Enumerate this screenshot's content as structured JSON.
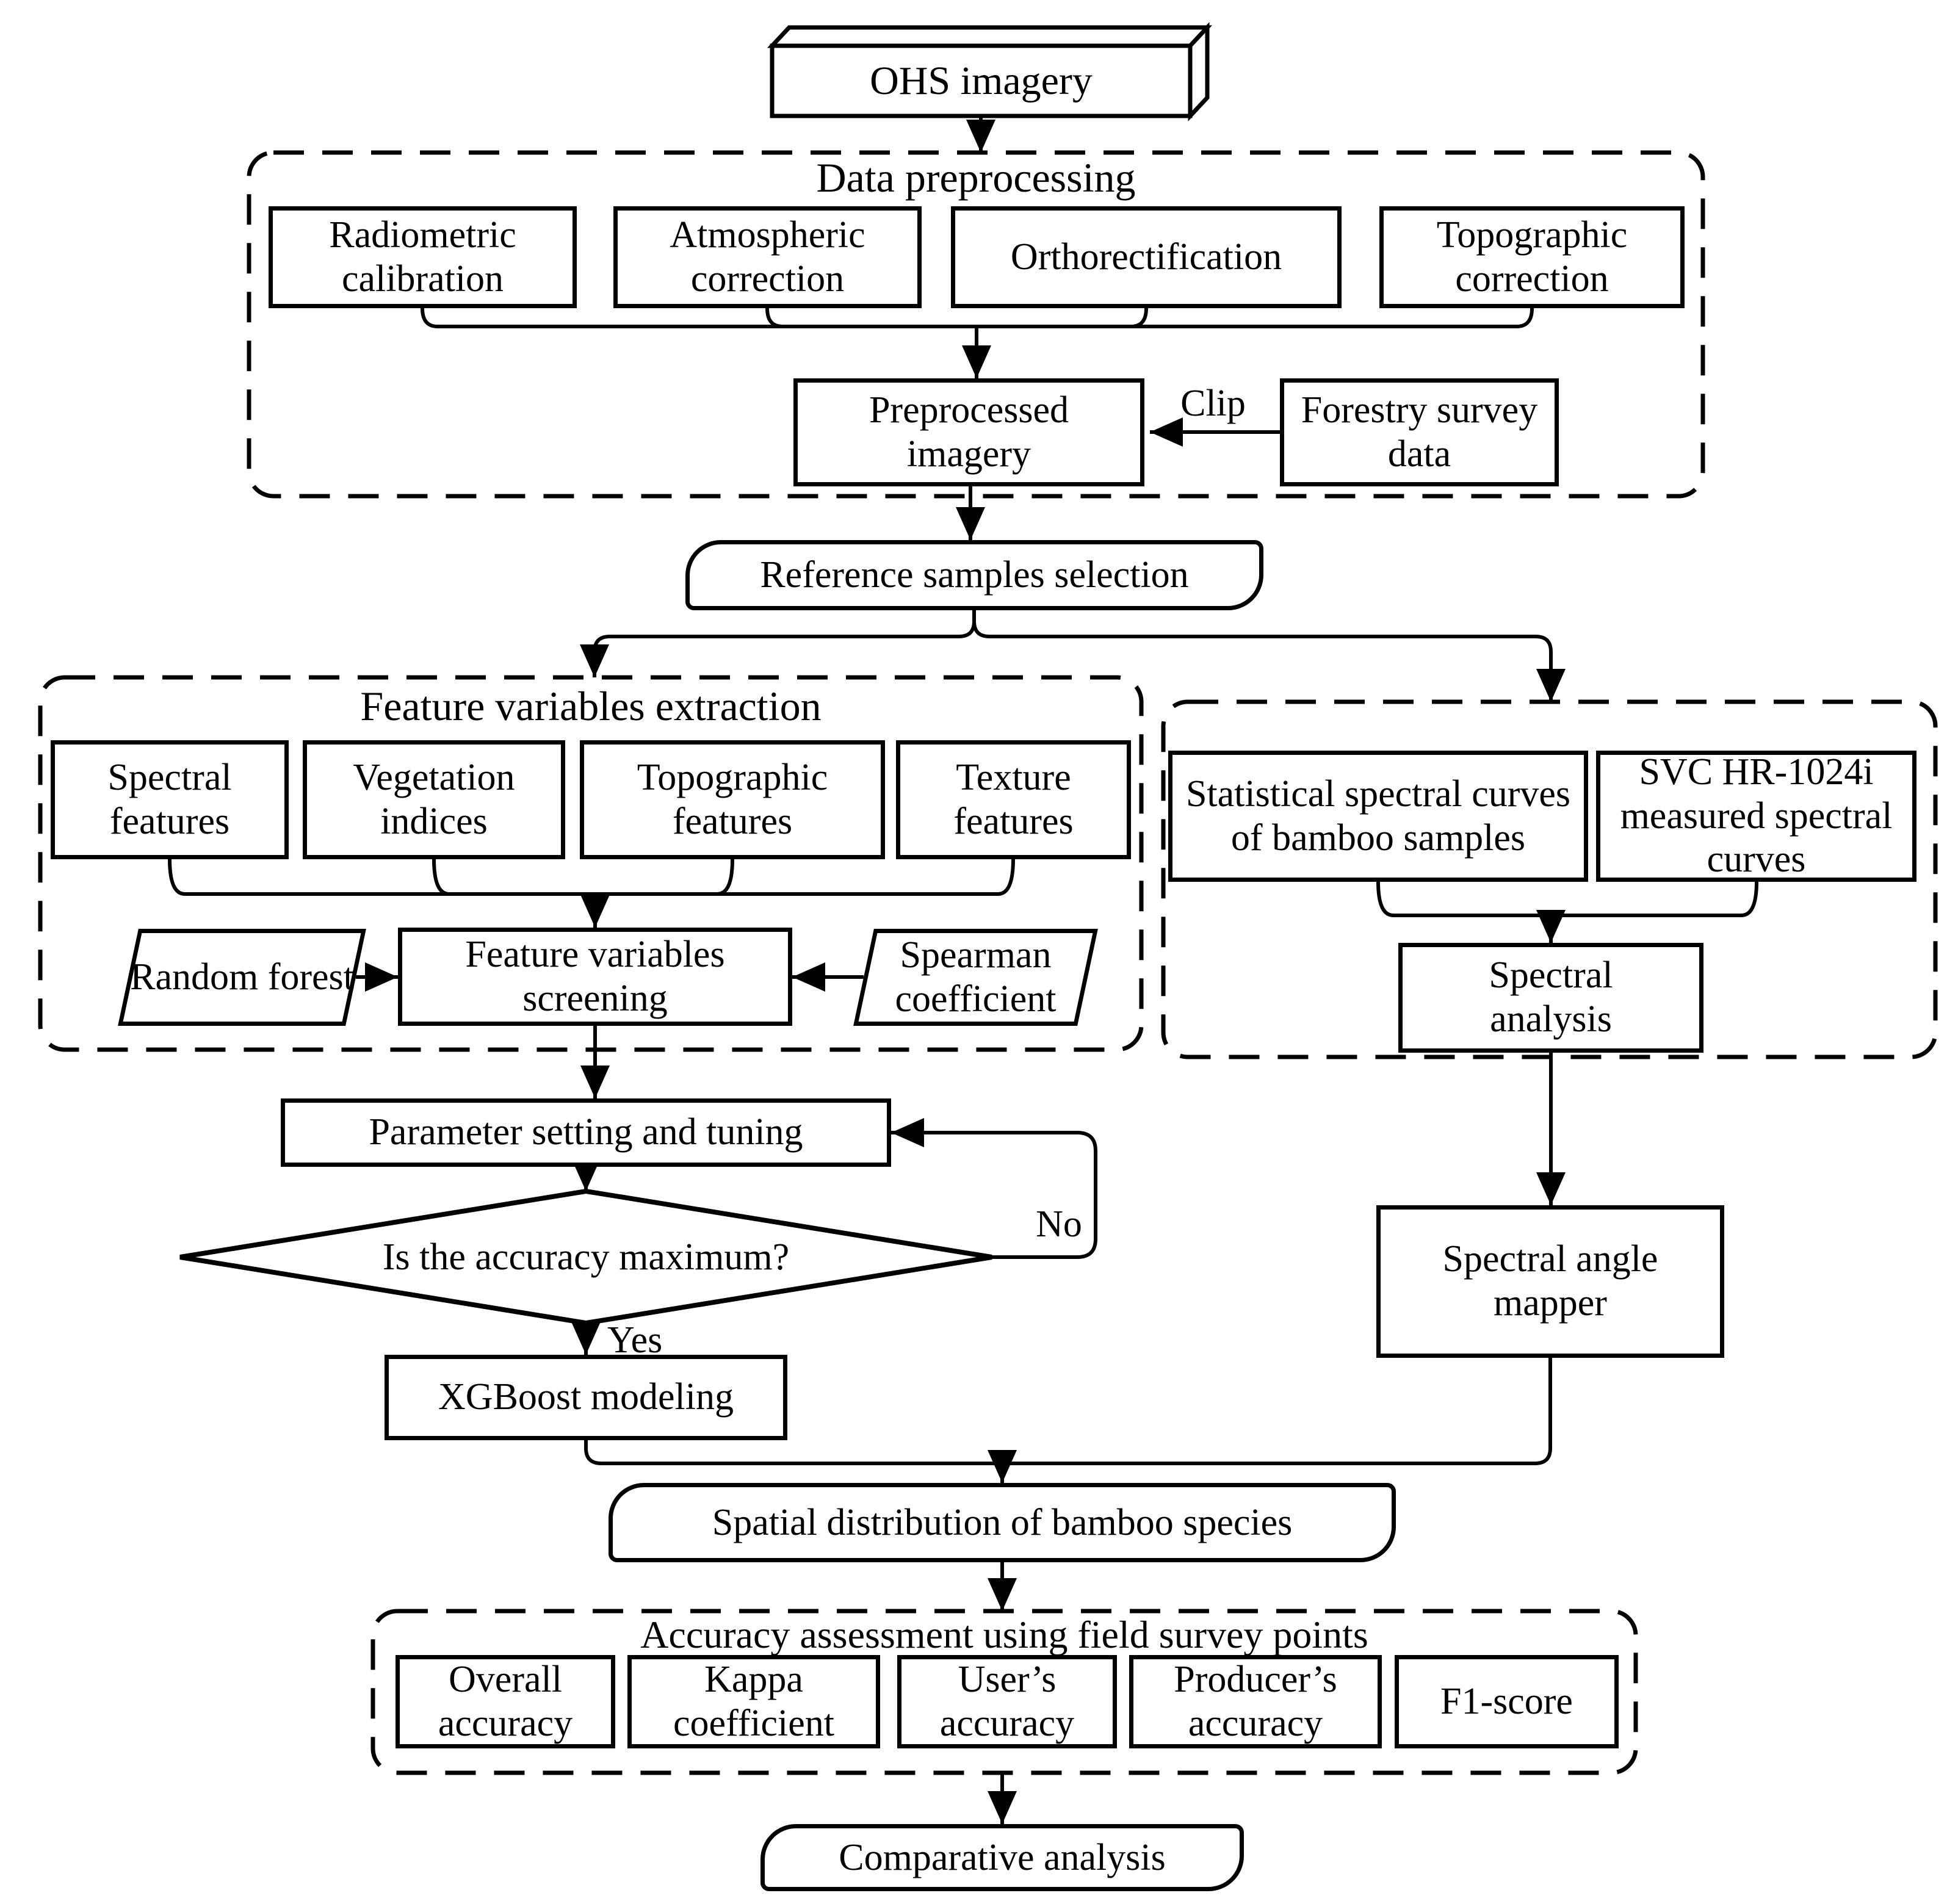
{
  "nodes": {
    "ohs_imagery": "OHS imagery",
    "data_preprocessing": "Data preprocessing",
    "radiometric_calibration": "Radiometric calibration",
    "atmospheric_correction": "Atmospheric correction",
    "orthorectification": "Orthorectification",
    "topographic_correction": "Topographic correction",
    "preprocessed_imagery": "Preprocessed imagery",
    "forestry_survey_data": "Forestry survey data",
    "reference_samples_selection": "Reference samples selection",
    "feature_variables_extraction": "Feature variables extraction",
    "spectral_features": "Spectral features",
    "vegetation_indices": "Vegetation indices",
    "topographic_features": "Topographic features",
    "texture_features": "Texture features",
    "random_forest": "Random forest",
    "feature_variables_screening": "Feature variables screening",
    "spearman_coefficient": "Spearman coefficient",
    "statistical_spectral_curves": "Statistical spectral curves of bamboo samples",
    "svc_measured_curves": "SVC HR-1024i measured spectral curves",
    "spectral_analysis": "Spectral analysis",
    "spectral_angle_mapper": "Spectral angle mapper",
    "parameter_setting_tuning": "Parameter setting and tuning",
    "accuracy_maximum_question": "Is the accuracy maximum?",
    "xgboost_modeling": "XGBoost modeling",
    "spatial_distribution": "Spatial distribution of bamboo species",
    "accuracy_assessment": "Accuracy assessment using field survey points",
    "overall_accuracy": "Overall accuracy",
    "kappa_coefficient": "Kappa coefficient",
    "users_accuracy": "User’s accuracy",
    "producers_accuracy": "Producer’s accuracy",
    "f1_score": "F1-score",
    "comparative_analysis": "Comparative analysis"
  },
  "edge_labels": {
    "clip": "Clip",
    "no": "No",
    "yes": "Yes"
  },
  "colors": {
    "ink": "#000000",
    "paper": "#ffffff"
  }
}
